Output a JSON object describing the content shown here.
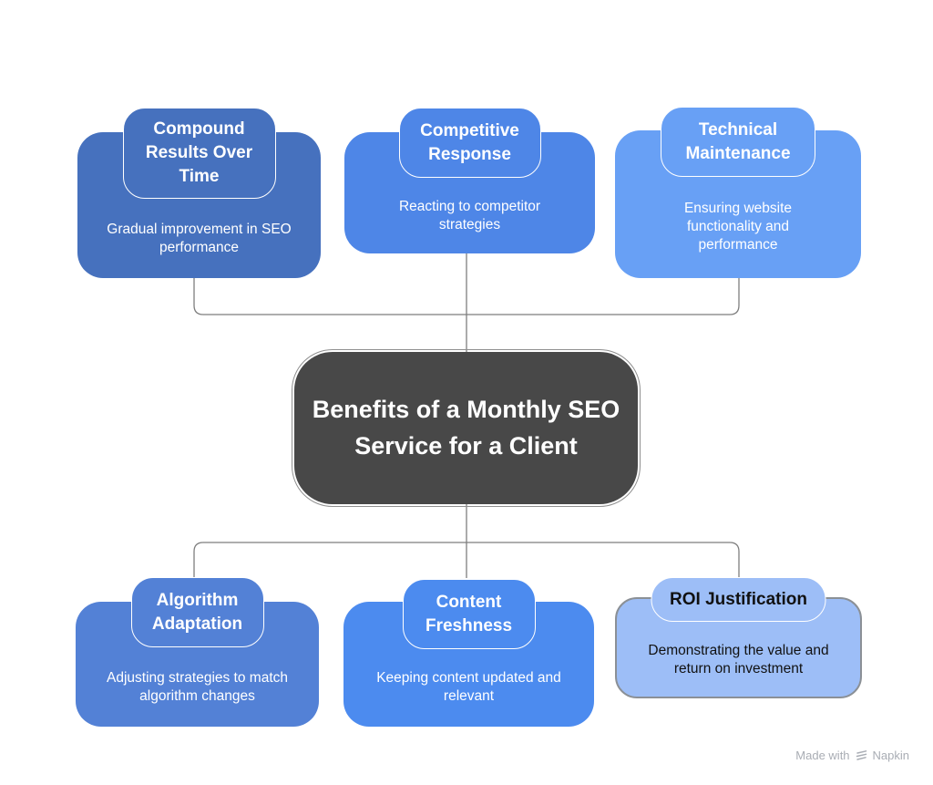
{
  "center_node": {
    "title": "Benefits of a Monthly SEO Service for a Client",
    "bg": "#484848",
    "text_color": "#ffffff",
    "outline_color": "#8f8f8f"
  },
  "top_row": [
    {
      "title": "Compound Results Over Time",
      "description": "Gradual improvement in SEO performance",
      "color": "#4671be",
      "text_color": "#ffffff"
    },
    {
      "title": "Competitive Response",
      "description": "Reacting to competitor strategies",
      "color": "#4e86e7",
      "text_color": "#ffffff"
    },
    {
      "title": "Technical Maintenance",
      "description": "Ensuring website functionality and performance",
      "color": "#68a0f5",
      "text_color": "#ffffff"
    }
  ],
  "bottom_row": [
    {
      "title": "Algorithm Adaptation",
      "description": "Adjusting strategies to match algorithm changes",
      "color": "#5381d6",
      "text_color": "#ffffff"
    },
    {
      "title": "Content Freshness",
      "description": "Keeping content updated and relevant",
      "color": "#4c8bef",
      "text_color": "#ffffff"
    },
    {
      "title": "ROI Justification",
      "description": "Demonstrating the value and return on investment",
      "color": "#9dbef7",
      "text_color": "#111111",
      "border_color": "#8b9096"
    }
  ],
  "connectors": {
    "color": "#7e7e7e"
  },
  "watermark": {
    "prefix": "Made with",
    "brand": "Napkin",
    "color": "#a9adb4"
  }
}
